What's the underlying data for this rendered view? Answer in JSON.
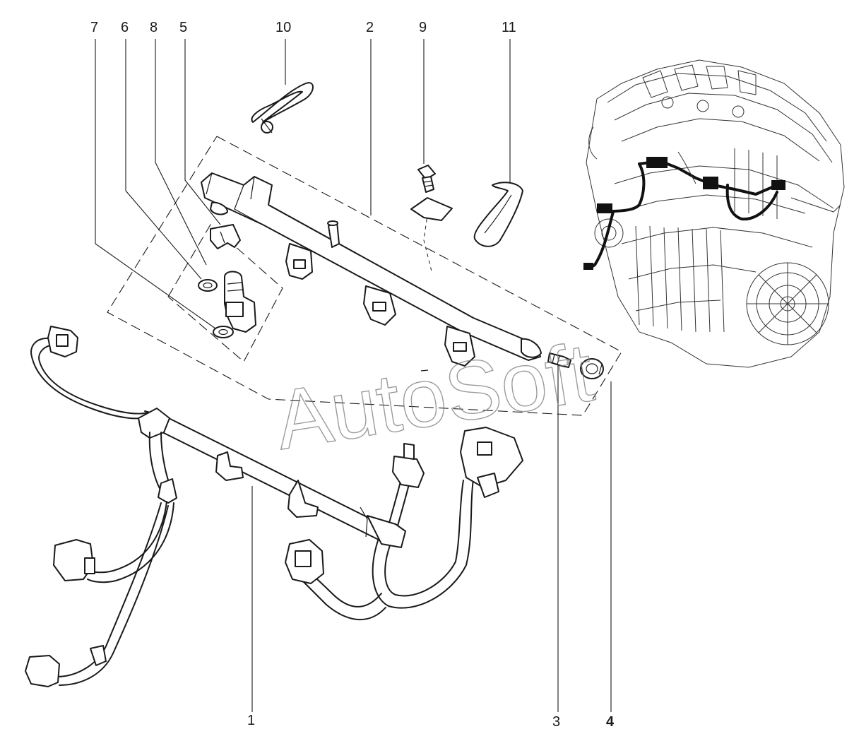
{
  "callouts": {
    "c1": "1",
    "c2": "2",
    "c3": "3",
    "c4": "4",
    "c5": "5",
    "c6": "6",
    "c7": "7",
    "c8": "8",
    "c9": "9",
    "c10": "10",
    "c11": "11"
  },
  "watermark": "AutoSoft"
}
